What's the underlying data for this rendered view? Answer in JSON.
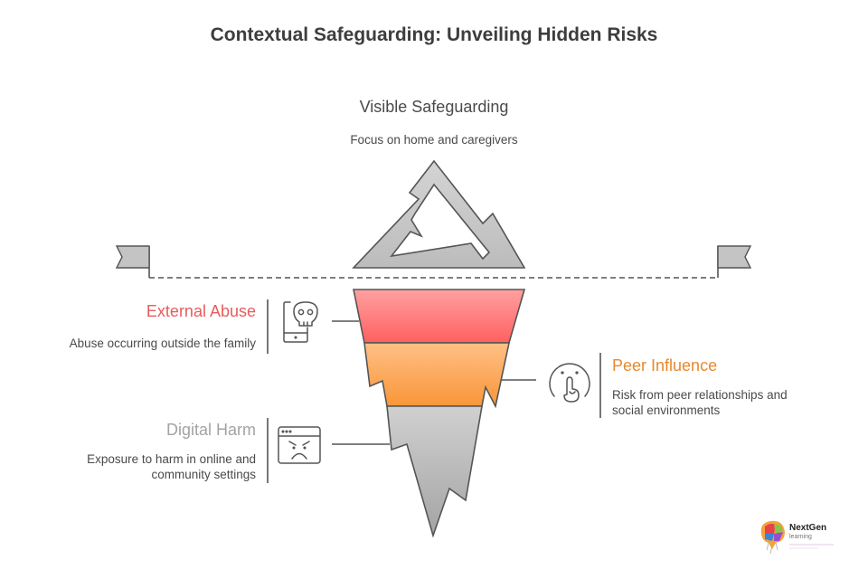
{
  "title": "Contextual Safeguarding: Unveiling Hidden Risks",
  "visible": {
    "heading": "Visible Safeguarding",
    "description": "Focus on home and caregivers",
    "icon": "mountain-peak-icon"
  },
  "layers": [
    {
      "heading": "External Abuse",
      "description": "Abuse occurring outside the family",
      "icon": "phone-skull-icon",
      "color": "#e85c5c",
      "fill_top": "#ff9a9a",
      "fill_bottom": "#ff6262"
    },
    {
      "heading": "Peer Influence",
      "description_line1": "Risk from peer relationships and",
      "description_line2": "social environments",
      "icon": "shushing-face-icon",
      "color": "#e8892e",
      "fill_top": "#ffbd80",
      "fill_bottom": "#f9963a"
    },
    {
      "heading": "Digital Harm",
      "description_line1": "Exposure to harm in online and",
      "description_line2": "community settings",
      "icon": "angry-browser-icon",
      "color": "#a3a3a3",
      "fill_top": "#cfcfcf",
      "fill_bottom": "#a8a8a8"
    }
  ],
  "waterline": {
    "style": "dashed",
    "left_flag": "flag-icon",
    "right_flag": "flag-icon"
  },
  "logo": {
    "name": "NextGen",
    "subtitle": "learning"
  }
}
